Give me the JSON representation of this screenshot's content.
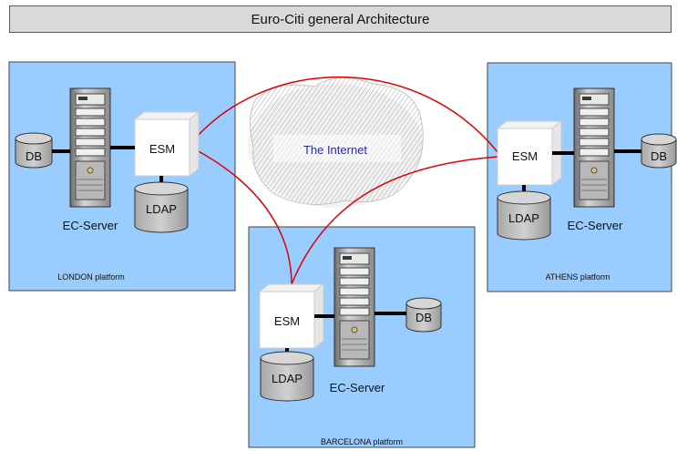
{
  "title": "Euro-Citi general Architecture",
  "internet_label": "The Internet",
  "platforms": {
    "london": {
      "name": "LONDON platform",
      "db": "DB",
      "esm": "ESM",
      "ldap": "LDAP",
      "server": "EC-Server"
    },
    "athens": {
      "name": "ATHENS platform",
      "db": "DB",
      "esm": "ESM",
      "ldap": "LDAP",
      "server": "EC-Server"
    },
    "barcelona": {
      "name": "BARCELONA platform",
      "db": "DB",
      "esm": "ESM",
      "ldap": "LDAP",
      "server": "EC-Server"
    }
  },
  "colors": {
    "platform_fill": "#99ccff",
    "connection": "#e00000",
    "title_fill": "#d9d9d9",
    "cylinder_fill": "#c0c0c0"
  }
}
